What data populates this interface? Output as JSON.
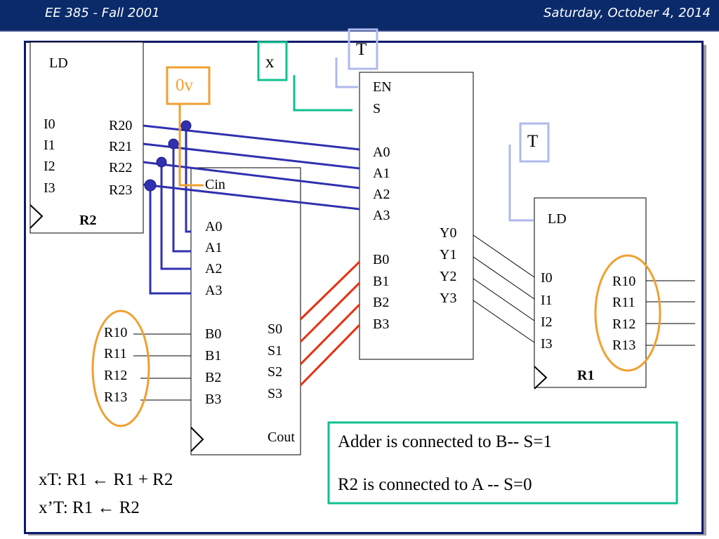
{
  "header": {
    "course": "EE 385 - Fall 2001",
    "date": "Saturday, October 4, 2014",
    "bg_color": "#0a2a6a"
  },
  "r2": {
    "ld": "LD",
    "inputs": [
      "I0",
      "I1",
      "I2",
      "I3"
    ],
    "outputs": [
      "R20",
      "R21",
      "R22",
      "R23"
    ],
    "name": "R2"
  },
  "const_label": "0v",
  "x_label": "x",
  "t_labels": [
    "T",
    "T"
  ],
  "mux": {
    "controls": [
      "EN",
      "S"
    ],
    "a_inputs": [
      "A0",
      "A1",
      "A2",
      "A3"
    ],
    "b_inputs": [
      "B0",
      "B1",
      "B2",
      "B3"
    ],
    "outputs": [
      "Y0",
      "Y1",
      "Y2",
      "Y3"
    ]
  },
  "adder": {
    "cin": "Cin",
    "a_inputs": [
      "A0",
      "A1",
      "A2",
      "A3"
    ],
    "b_inputs": [
      "B0",
      "B1",
      "B2",
      "B3"
    ],
    "sums": [
      "S0",
      "S1",
      "S2",
      "S3"
    ],
    "cout": "Cout"
  },
  "adder_b_sources": [
    "R10",
    "R11",
    "R12",
    "R13"
  ],
  "r1": {
    "ld": "LD",
    "inputs": [
      "I0",
      "I1",
      "I2",
      "I3"
    ],
    "outputs": [
      "R10",
      "R11",
      "R12",
      "R13"
    ],
    "name": "R1"
  },
  "note": {
    "line1": "Adder is connected to B-- S=1",
    "line2": "R2 is connected to A -- S=0"
  },
  "equations": {
    "line1": "xT: R1 ← R1 + R2",
    "line2": "x’T: R1 ← R2"
  },
  "colors": {
    "wire_blue": "#3030b0",
    "wire_red": "#e83010",
    "teal": "#10c090",
    "lavender": "#b0b8ee",
    "orange": "#f0a030"
  }
}
